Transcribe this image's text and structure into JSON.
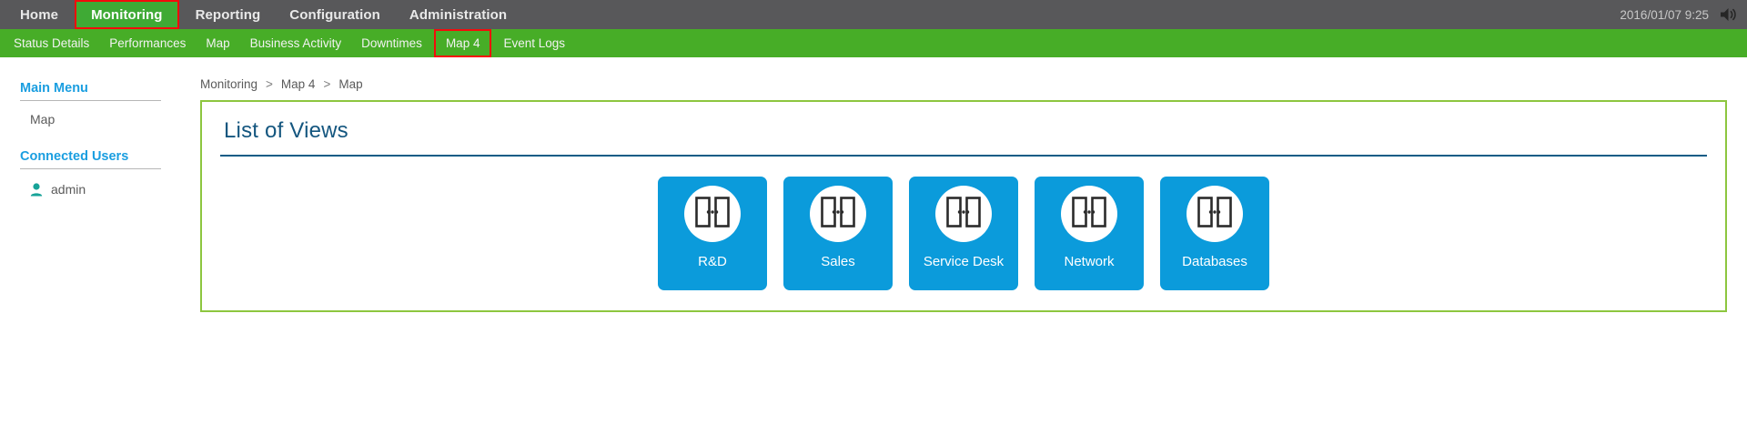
{
  "topnav": {
    "items": [
      {
        "label": "Home",
        "active": false
      },
      {
        "label": "Monitoring",
        "active": true
      },
      {
        "label": "Reporting",
        "active": false
      },
      {
        "label": "Configuration",
        "active": false
      },
      {
        "label": "Administration",
        "active": false
      }
    ],
    "clock": "2016/01/07 9:25",
    "speaker_icon": "speaker-icon",
    "active_color": "#3faa35",
    "highlight_color": "#f40b0b",
    "background_color": "#58585a"
  },
  "subnav": {
    "items": [
      {
        "label": "Status Details",
        "boxed": false
      },
      {
        "label": "Performances",
        "boxed": false
      },
      {
        "label": "Map",
        "boxed": false
      },
      {
        "label": "Business Activity",
        "boxed": false
      },
      {
        "label": "Downtimes",
        "boxed": false
      },
      {
        "label": "Map 4",
        "boxed": true
      },
      {
        "label": "Event Logs",
        "boxed": false
      }
    ],
    "background_color": "#47ad27"
  },
  "sidebar": {
    "main_menu_heading": "Main Menu",
    "main_menu_items": [
      {
        "label": "Map"
      }
    ],
    "connected_users_heading": "Connected Users",
    "users": [
      {
        "name": "admin",
        "icon": "user-icon"
      }
    ],
    "heading_color": "#1a9ee0"
  },
  "breadcrumb": {
    "items": [
      "Monitoring",
      "Map 4",
      "Map"
    ],
    "separator": ">"
  },
  "panel": {
    "title": "List of Views",
    "border_color": "#8dc63f",
    "title_color": "#14567f",
    "rule_color": "#0f5c86",
    "tiles": [
      {
        "label": "R&D",
        "icon": "map-view-icon"
      },
      {
        "label": "Sales",
        "icon": "map-view-icon"
      },
      {
        "label": "Service Desk",
        "icon": "map-view-icon"
      },
      {
        "label": "Network",
        "icon": "map-view-icon"
      },
      {
        "label": "Databases",
        "icon": "map-view-icon"
      }
    ],
    "tile_color": "#0b9bdb"
  }
}
